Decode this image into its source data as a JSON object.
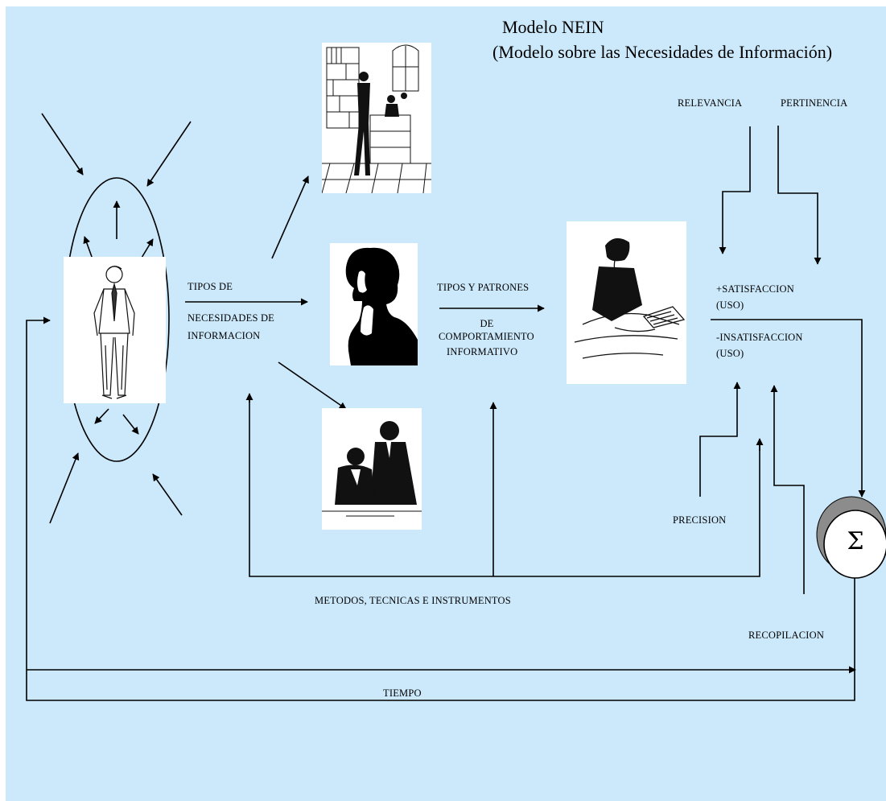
{
  "title": {
    "line1": "Modelo NEIN",
    "line2": "(Modelo sobre las Necesidades de Información)"
  },
  "labels": {
    "tipos_de": "TIPOS DE",
    "necesidades_de": "NECESIDADES DE",
    "informacion": "INFORMACION",
    "tipos_y_patrones": "TIPOS Y PATRONES",
    "de": "DE",
    "comportamiento": "COMPORTAMIENTO",
    "informativo": "INFORMATIVO",
    "relevancia": "RELEVANCIA",
    "pertinencia": "PERTINENCIA",
    "satisfaccion": "+SATISFACCION",
    "uso1": "(USO)",
    "insatisfaccion": "-INSATISFACCION",
    "uso2": "(USO)",
    "precision": "PRECISION",
    "metodos": "METODOS, TECNICAS E INSTRUMENTOS",
    "recopilacion": "RECOPILACION",
    "tiempo": "TIEMPO",
    "sigma": "Σ"
  },
  "colors": {
    "background": "#cce9fb",
    "line": "#000000"
  },
  "icons": {
    "user": "standing-man-icon",
    "library": "library-reader-icon",
    "phone": "phone-woman-silhouette-icon",
    "meeting": "two-people-meeting-icon",
    "reader": "reading-person-icon",
    "sum": "sigma-circle-icon"
  }
}
